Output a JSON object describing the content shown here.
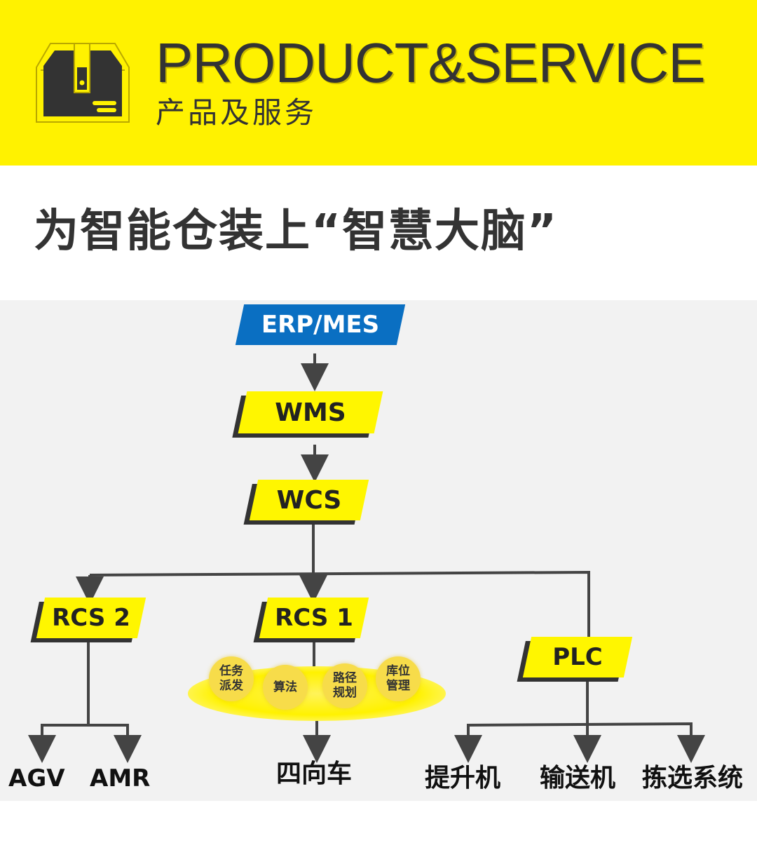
{
  "header": {
    "title_en": "PRODUCT&SERVICE",
    "title_cn": "产品及服务",
    "icon": "box-icon",
    "background_color": "#fff200"
  },
  "headline": "为智能仓装上“智慧大脑”",
  "diagram": {
    "nodes": {
      "erp": "ERP/MES",
      "wms": "WMS",
      "wcs": "WCS",
      "rcs2": "RCS 2",
      "rcs1": "RCS 1",
      "plc": "PLC"
    },
    "rcs1_functions": [
      "任务派发",
      "算法",
      "路径规划",
      "库位管理"
    ],
    "leaves": {
      "agv": "AGV",
      "amr": "AMR",
      "four_way_shuttle": "四向车",
      "lifter": "提升机",
      "conveyor": "输送机",
      "sorting_system": "拣选系统"
    },
    "colors": {
      "node_yellow": "#fff600",
      "erp_blue": "#0a6fc2",
      "line": "#444444",
      "background": "#f2f2f2"
    }
  }
}
